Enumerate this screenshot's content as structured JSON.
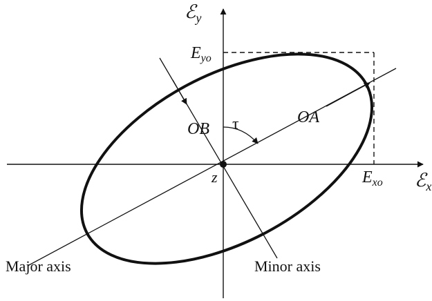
{
  "labels": {
    "ey_script": "ℰ",
    "ey_sub": "y",
    "ex_script": "ℰ",
    "ex_sub": "x",
    "eyo_main": "E",
    "eyo_sub": "yo",
    "exo_main": "E",
    "exo_sub": "xo",
    "oa": "OA",
    "ob": "OB",
    "tau": "τ",
    "z": "z",
    "major_axis": "Major axis",
    "minor_axis": "Minor axis"
  },
  "colors": {
    "ink": "#111111",
    "background": "#ffffff"
  }
}
